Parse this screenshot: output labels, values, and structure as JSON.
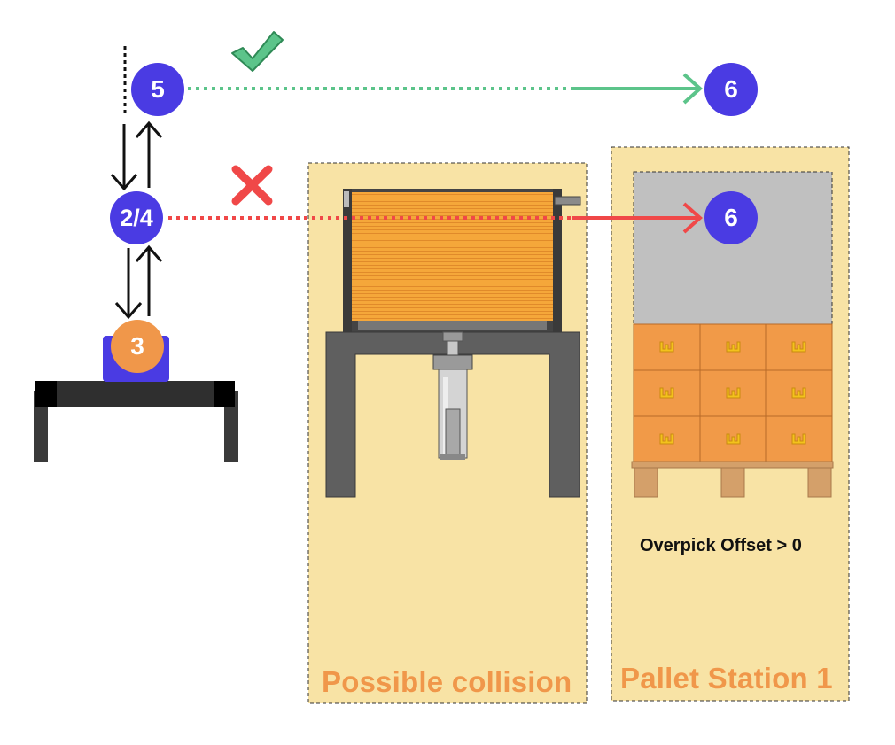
{
  "colors": {
    "node_purple": "#4a3be3",
    "product_orange": "#f0974a",
    "zone_fill": "#f8e3a5",
    "zone_text": "#f0974a",
    "ok_green": "#5cc48a",
    "fail_red": "#f04848",
    "frame_gray": "#5f5f5f",
    "stack_orange": "#f5a73a",
    "box_orange": "#f19a48",
    "box_logo": "#f3c21c",
    "pallet_wood": "#d4a06a",
    "clearance_gray": "#c0c0c0"
  },
  "nodes": {
    "approach_high": "5",
    "approach_low": "2/4",
    "pick": "3",
    "target_high": "6",
    "target_low": "6"
  },
  "zones": {
    "collision": {
      "title": "Possible collision"
    },
    "pallet": {
      "title": "Pallet Station 1",
      "note": "Overpick Offset > 0"
    }
  },
  "icons": {
    "ok": "check-icon",
    "fail": "cross-icon",
    "box_logo": "robot-logo-icon"
  }
}
